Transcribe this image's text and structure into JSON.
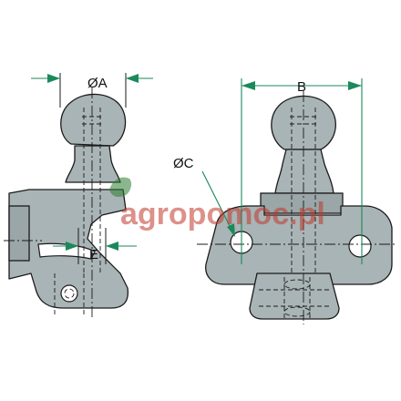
{
  "labels": {
    "dim_a": "ØA",
    "dim_b": "B",
    "dim_c": "ØC",
    "dim_e": "E"
  },
  "watermark": {
    "text": "agropomoc.pl",
    "color": "#c0392b"
  },
  "colors": {
    "part_fill": "#a9b4b6",
    "dimension_arrow": "#1b8a5a",
    "outline": "#1b1b1b"
  }
}
